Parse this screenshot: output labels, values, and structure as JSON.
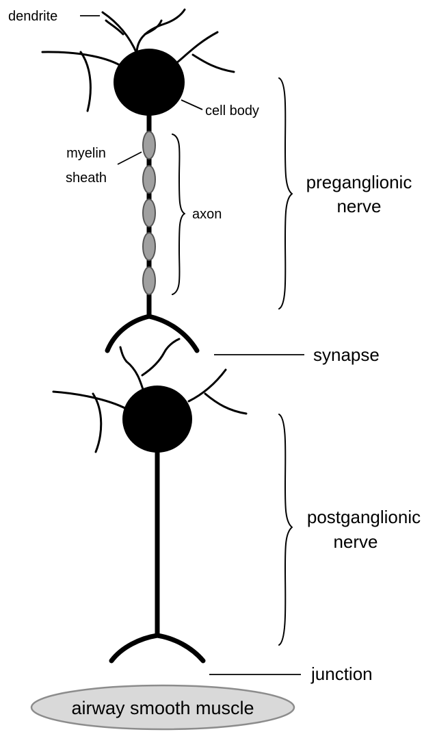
{
  "labels": {
    "dendrite": "dendrite",
    "cell_body": "cell body",
    "myelin_line1": "myelin",
    "myelin_line2": "sheath",
    "axon": "axon",
    "pre_line1": "preganglionic",
    "pre_line2": "nerve",
    "synapse": "synapse",
    "post_line1": "postganglionic",
    "post_line2": "nerve",
    "junction": "junction",
    "muscle": "airway smooth muscle"
  },
  "colors": {
    "neuron": "#000000",
    "myelin_fill": "#a0a0a0",
    "muscle_fill": "#d9d9d9",
    "muscle_stroke": "#8c8c8c"
  }
}
